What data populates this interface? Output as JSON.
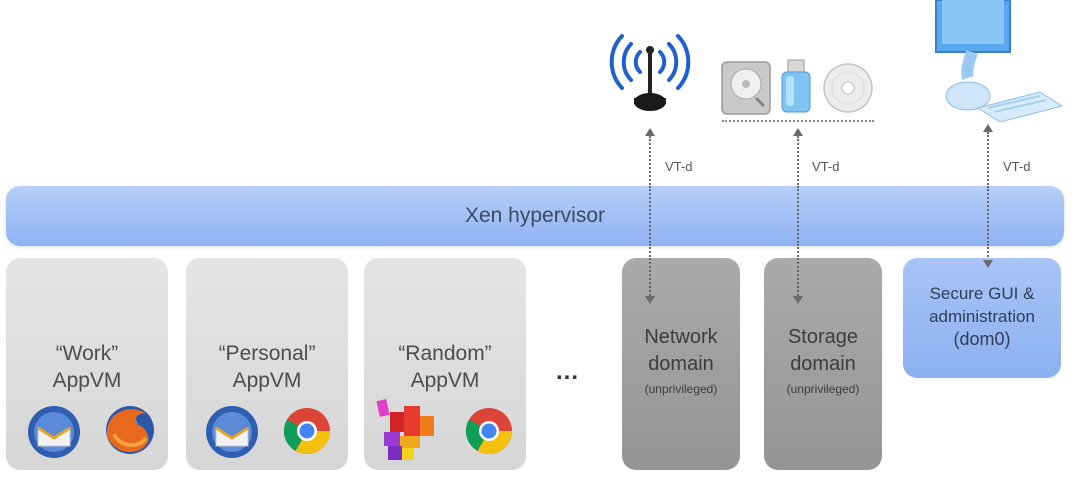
{
  "hypervisor": {
    "label": "Xen hypervisor"
  },
  "app_vms": [
    {
      "name": "“Work”",
      "type": "AppVM",
      "icons": [
        "thunderbird-icon",
        "firefox-icon"
      ]
    },
    {
      "name": "“Personal”",
      "type": "AppVM",
      "icons": [
        "thunderbird-icon",
        "chrome-icon"
      ]
    },
    {
      "name": "“Random”",
      "type": "AppVM",
      "icons": [
        "blocks-app-icon",
        "chrome-icon"
      ]
    }
  ],
  "ellipsis": "...",
  "network_domain": {
    "line1": "Network",
    "line2": "domain",
    "sub": "(unprivileged)"
  },
  "storage_domain": {
    "line1": "Storage",
    "line2": "domain",
    "sub": "(unprivileged)"
  },
  "dom0": {
    "line1": "Secure GUI &",
    "line2": "administration",
    "line3": "(dom0)"
  },
  "vtd_labels": [
    "VT-d",
    "VT-d",
    "VT-d"
  ],
  "devices": {
    "network": "wifi-antenna-icon",
    "storage": [
      "hard-drive-icon",
      "usb-drive-icon",
      "optical-disc-icon"
    ],
    "display": "desktop-computer-icon"
  },
  "colors": {
    "hypervisor": "#9fbdf4",
    "appvm": "#dedede",
    "service_domain": "#a0a0a0",
    "dom0": "#9bbaf3"
  }
}
